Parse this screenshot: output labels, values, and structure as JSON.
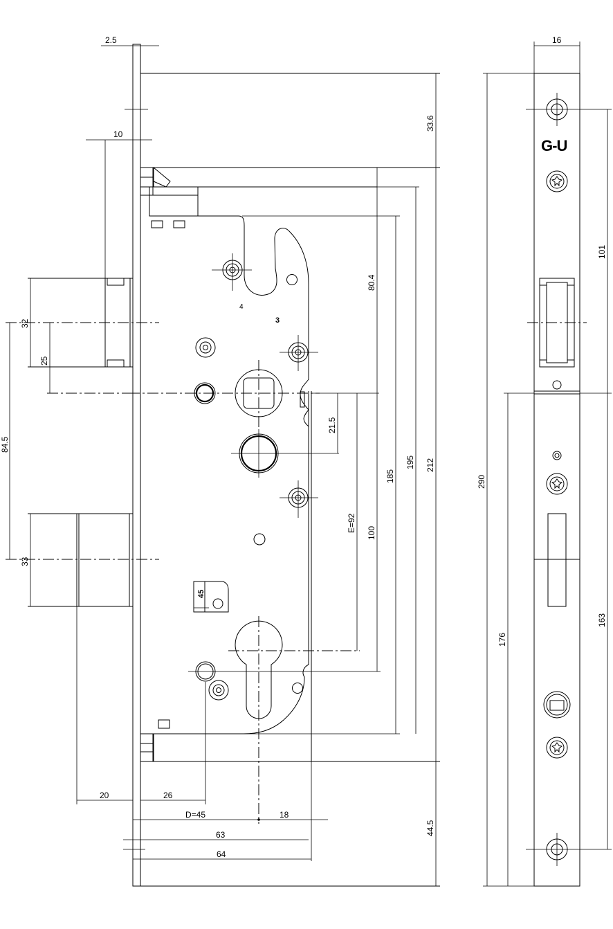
{
  "brand_logo": "G-U",
  "part_marks": {
    "mark_4": "4",
    "mark_3": "3",
    "mark_45": "45"
  },
  "dimensions": {
    "d_2_5": "2.5",
    "d_10": "10",
    "d_32": "32",
    "d_25": "25",
    "d_84_5": "84.5",
    "d_33": "33",
    "d_20": "20",
    "d_26": "26",
    "d_D45": "D=45",
    "d_18": "18",
    "d_63": "63",
    "d_64": "64",
    "d_33_6": "33.6",
    "d_80_4": "80.4",
    "d_21_5": "21.5",
    "d_E92": "E=92",
    "d_100": "100",
    "d_185": "185",
    "d_195": "195",
    "d_212": "212",
    "d_44_5": "44.5",
    "d_16": "16",
    "d_101": "101",
    "d_290": "290",
    "d_176": "176",
    "d_163": "163"
  },
  "colors": {
    "line": "#000000",
    "background": "#ffffff"
  }
}
